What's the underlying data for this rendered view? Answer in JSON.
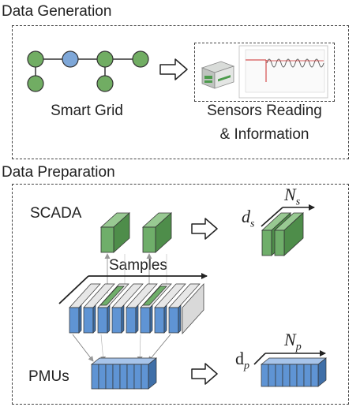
{
  "sections": {
    "generation": {
      "title": "Data Generation",
      "smart_grid_label": "Smart Grid",
      "sensors_label_line1": "Sensors Reading",
      "sensors_label_line2": "& Information"
    },
    "preparation": {
      "title": "Data Preparation",
      "scada_label": "SCADA",
      "pmus_label": "PMUs",
      "samples_label": "Samples",
      "ds_base": "d",
      "ds_sub": "s",
      "ns_base": "N",
      "ns_sub": "s",
      "dp_base": "d",
      "dp_sub": "p",
      "np_base": "N",
      "np_sub": "p"
    }
  },
  "colors": {
    "node_green": "#71ad63",
    "node_blue": "#7ea7d8",
    "block_green": "#6fae6a",
    "block_blue": "#5f94d4",
    "block_grey": "#e7e7e7",
    "plot_red": "#cc2a2a"
  },
  "icons": [
    "arrow-outline-icon",
    "sensor-device-icon",
    "waveform-plot-icon"
  ]
}
